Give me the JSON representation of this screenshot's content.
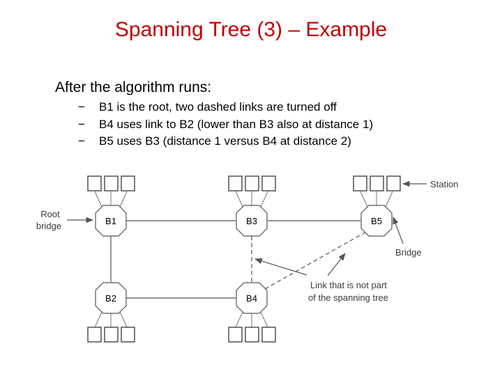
{
  "slide": {
    "title": "Spanning Tree (3) – Example",
    "lead": "After the algorithm runs:",
    "bullet_marker": "−",
    "bullets": [
      "B1 is the root, two dashed links are turned off",
      "B4 uses link to B2 (lower than B3 also at distance 1)",
      "B5 uses B3 (distance 1 versus B4 at distance 2)"
    ]
  },
  "diagram": {
    "bridges": {
      "b1": "B1",
      "b2": "B2",
      "b3": "B3",
      "b4": "B4",
      "b5": "B5"
    },
    "callouts": {
      "root_line1": "Root",
      "root_line2": "bridge",
      "station": "Station",
      "bridge": "Bridge",
      "link_line1": "Link that is not part",
      "link_line2": "of the spanning tree"
    },
    "links": [
      {
        "from": "B1",
        "to": "B3",
        "in_tree": true
      },
      {
        "from": "B3",
        "to": "B5",
        "in_tree": true
      },
      {
        "from": "B1",
        "to": "B2",
        "in_tree": true
      },
      {
        "from": "B2",
        "to": "B4",
        "in_tree": true
      },
      {
        "from": "B3",
        "to": "B4",
        "in_tree": false
      },
      {
        "from": "B4",
        "to": "B5",
        "in_tree": false
      }
    ],
    "colors": {
      "title": "#c00000",
      "stroke": "#555555"
    }
  }
}
